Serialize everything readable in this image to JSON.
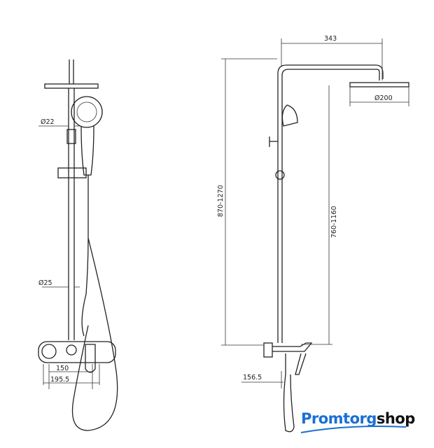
{
  "dimensions": {
    "front_pipe_dia": "Ø22",
    "front_riser_dia": "Ø25",
    "front_width_150": "150",
    "front_width_195": "195.5",
    "side_arm_length": "343",
    "side_head_dia": "Ø200",
    "side_height_total": "870-1270",
    "side_height_slide": "760-1160",
    "side_offset": "156.5"
  },
  "logo": {
    "part1": "Promtorg",
    "part2": "shop",
    "color": "#1a6fd6"
  }
}
